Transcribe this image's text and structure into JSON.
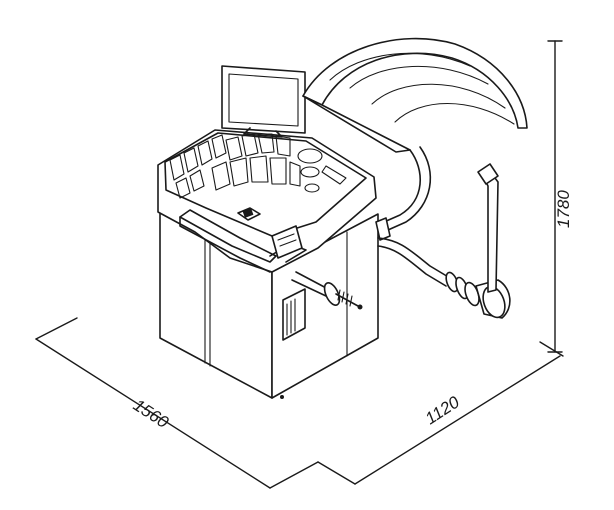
{
  "dimensions": {
    "height": "1780",
    "width": "1560",
    "depth": "1120"
  },
  "colors": {
    "line": "#1a1a1a",
    "background": "#ffffff"
  }
}
